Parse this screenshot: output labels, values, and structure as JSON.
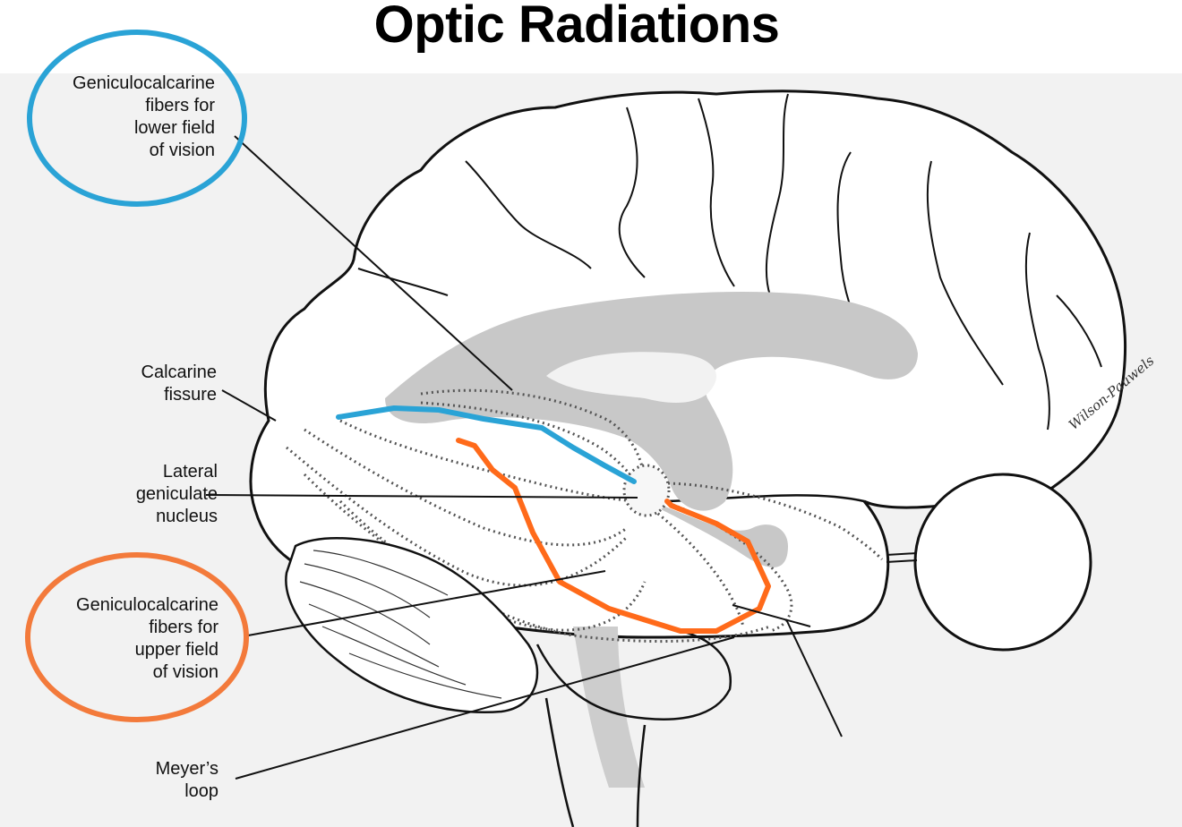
{
  "title": "Optic Radiations",
  "labels": {
    "lower_fibers": [
      "Geniculocalcarine",
      "fibers for",
      "lower field",
      "of vision"
    ],
    "calcarine": [
      "Calcarine",
      "fissure"
    ],
    "lateral_geniculate": [
      "Lateral",
      "geniculate",
      "nucleus"
    ],
    "upper_fibers": [
      "Geniculocalcarine",
      "fibers for",
      "upper field",
      "of vision"
    ],
    "meyers_loop": [
      "Meyer’s",
      "loop"
    ]
  },
  "signature": "Wilson-Pauwels",
  "colors": {
    "lower_field": "#2aa3d6",
    "upper_field": "#f37a3b",
    "upper_path": "#ff6a1a",
    "ventricle_shade": "#c8c8c8",
    "background_panel": "#f1f1f1",
    "outline": "#111111"
  }
}
